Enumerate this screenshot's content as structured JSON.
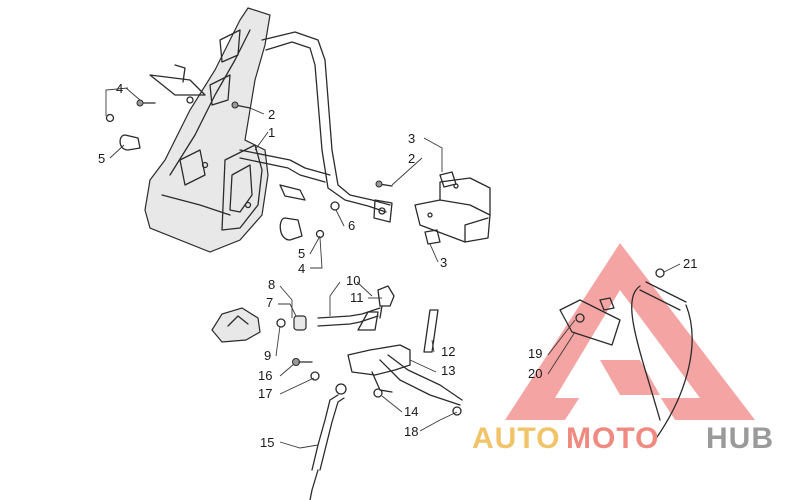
{
  "callouts": {
    "c1": "1",
    "c2a": "2",
    "c2b": "2",
    "c3a": "3",
    "c3b": "3",
    "c4a": "4",
    "c4b": "4",
    "c5a": "5",
    "c5b": "5",
    "c6": "6",
    "c7": "7",
    "c8": "8",
    "c9": "9",
    "c10": "10",
    "c11": "11",
    "c12": "12",
    "c13": "13",
    "c14": "14",
    "c15": "15",
    "c16": "16",
    "c17": "17",
    "c18": "18",
    "c19": "19",
    "c20": "20",
    "c21": "21"
  },
  "watermark": {
    "part1": "AUTO",
    "part2": "MOTO",
    "part3": "HUB",
    "colors": {
      "auto": "#f2c46a",
      "moto": "#f08a80",
      "hub": "#9a9a9a",
      "logo": "#ee5a5a"
    }
  }
}
